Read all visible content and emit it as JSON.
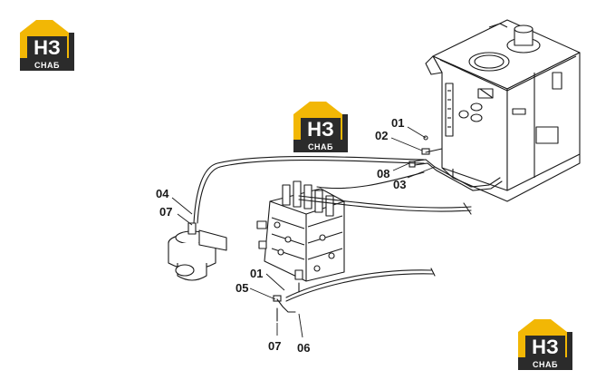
{
  "logo": {
    "top_text": "НЗ",
    "bottom_text": "СНАБ",
    "colors": {
      "yellow": "#f2b705",
      "dark": "#2b2b2b",
      "white": "#ffffff"
    }
  },
  "callouts": {
    "c01a": "01",
    "c02": "02",
    "c08": "08",
    "c03": "03",
    "c04": "04",
    "c07a": "07",
    "c01b": "01",
    "c05": "05",
    "c07b": "07",
    "c06": "06"
  },
  "colors": {
    "line": "#1a1a1a"
  }
}
